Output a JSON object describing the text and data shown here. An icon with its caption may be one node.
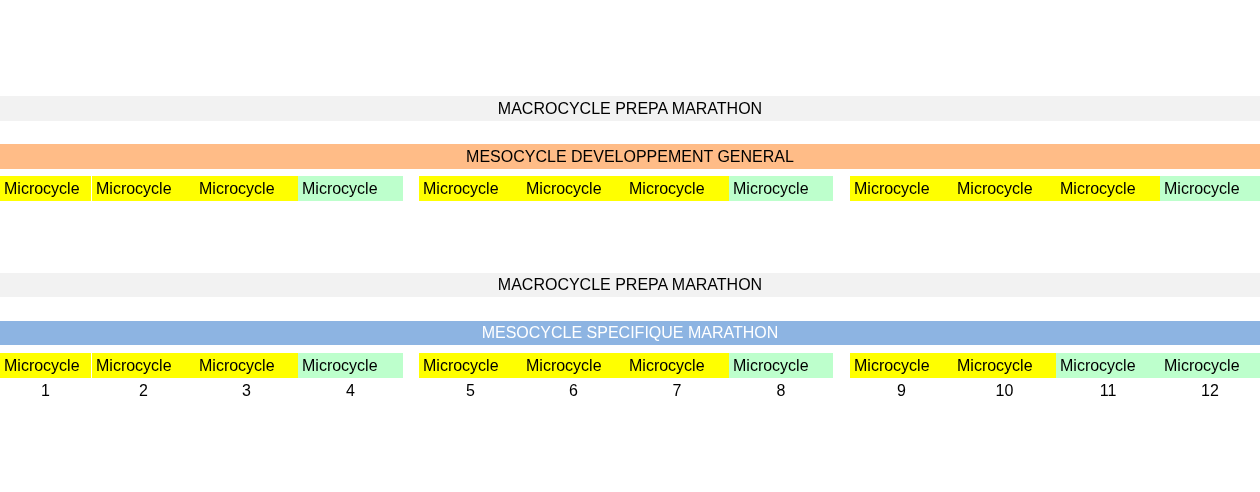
{
  "diagram": {
    "nodes": [
      {
        "text": [
          "MACROCYCLE PREPA MARATHON"
        ]
      },
      {
        "text": [
          "MESOCYCLE DEVELOPPEMENT GENERAL"
        ]
      },
      {
        "text": [
          "Microcycle"
        ]
      },
      {
        "text": [
          "Microcycle"
        ]
      },
      {
        "text": [
          "Microcycle"
        ]
      },
      {
        "text": [
          "Microcycle"
        ]
      },
      {
        "text": [
          "Microcycle"
        ]
      },
      {
        "text": [
          "Microcycle"
        ]
      },
      {
        "text": [
          "Microcycle"
        ]
      },
      {
        "text": [
          "Microcycle"
        ]
      },
      {
        "text": [
          "Microcycle"
        ]
      },
      {
        "text": [
          "Microcycle"
        ]
      },
      {
        "text": [
          "Microcycle"
        ]
      },
      {
        "text": [
          "Microcycle"
        ]
      },
      {
        "text": [
          "MACROCYCLE PREPA MARATHON"
        ]
      },
      {
        "text": [
          "MESOCYCLE SPECIFIQUE MARATHON"
        ]
      },
      {
        "text": [
          "Microcycle"
        ],
        "beside": [
          "1"
        ]
      },
      {
        "text": [
          "Microcycle"
        ],
        "beside": [
          "2"
        ]
      },
      {
        "text": [
          "Microcycle"
        ],
        "beside": [
          "3"
        ]
      },
      {
        "text": [
          "Microcycle"
        ],
        "beside": [
          "4"
        ]
      },
      {
        "text": [
          "Microcycle"
        ],
        "beside": [
          "5"
        ]
      },
      {
        "text": [
          "Microcycle"
        ],
        "beside": [
          "6"
        ]
      },
      {
        "text": [
          "Microcycle"
        ],
        "beside": [
          "7"
        ]
      },
      {
        "text": [
          "Microcycle"
        ],
        "beside": [
          "8"
        ]
      },
      {
        "text": [
          "Microcycle"
        ],
        "beside": [
          "9"
        ]
      },
      {
        "text": [
          "Microcycle"
        ],
        "beside": [
          "10"
        ]
      },
      {
        "text": [
          "Microcycle"
        ],
        "beside": [
          "11"
        ]
      },
      {
        "text": [
          "Microcycle"
        ],
        "beside": [
          "12"
        ]
      }
    ]
  }
}
